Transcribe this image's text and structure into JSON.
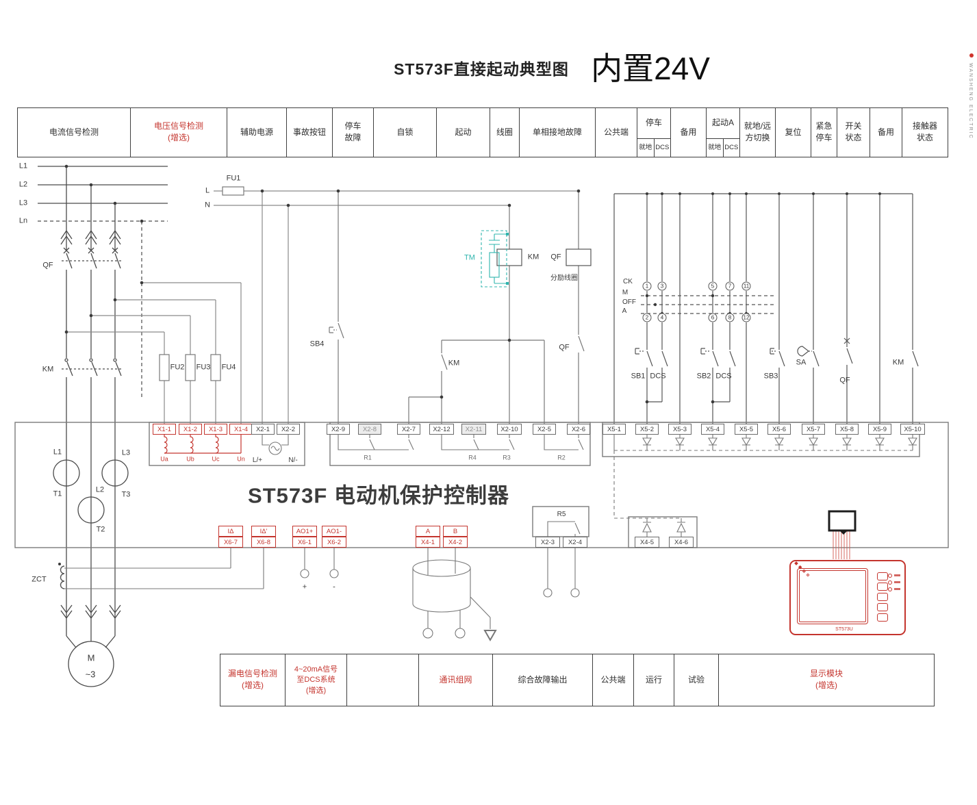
{
  "title": {
    "main": "ST573F直接起动典型图",
    "voltage": "内置24V"
  },
  "side_text": "WANSHENG ELECTRIC",
  "top_table": [
    {
      "l1": "电流信号检测"
    },
    {
      "l1": "电压信号检测",
      "l2": "(增选)",
      "red": true
    },
    {
      "l1": "辅助电源"
    },
    {
      "l1": "事故按钮"
    },
    {
      "l1": "停车",
      "l2": "故障"
    },
    {
      "l1": "自锁"
    },
    {
      "l1": "起动"
    },
    {
      "l1": "线圈"
    },
    {
      "l1": "单相接地故障"
    },
    {
      "l1": "公共端"
    },
    {
      "l1": "停车",
      "sub": [
        "就地",
        "DCS"
      ]
    },
    {
      "l1": "备用"
    },
    {
      "l1": "起动A",
      "sub": [
        "就地",
        "DCS"
      ]
    },
    {
      "l1": "就地/远",
      "l2": "方切换"
    },
    {
      "l1": "复位"
    },
    {
      "l1": "紧急",
      "l2": "停车"
    },
    {
      "l1": "开关",
      "l2": "状态"
    },
    {
      "l1": "备用"
    },
    {
      "l1": "接触器",
      "l2": "状态"
    }
  ],
  "bottom_table": [
    {
      "l1": "漏电信号检测",
      "l2": "(增选)",
      "red": true
    },
    {
      "l1": "4~20mA信号",
      "l2": "至DCS系统",
      "l3": "(增选)",
      "red": true
    },
    {
      "l1": ""
    },
    {
      "l1": "通讯组网",
      "red": true
    },
    {
      "l1": "综合故障输出"
    },
    {
      "l1": "公共端"
    },
    {
      "l1": "运行"
    },
    {
      "l1": "试验"
    },
    {
      "l1": "显示模块",
      "l2": "(增选)",
      "red": true
    }
  ],
  "term": {
    "x1_1": "X1-1",
    "x1_2": "X1-2",
    "x1_3": "X1-3",
    "x1_4": "X1-4",
    "x2_1": "X2-1",
    "x2_2": "X2-2",
    "x2_9": "X2-9",
    "x2_8": "X2-8",
    "x2_7": "X2-7",
    "x2_12": "X2-12",
    "x2_11": "X2-11",
    "x2_10": "X2-10",
    "x2_5": "X2-5",
    "x2_6": "X2-6",
    "x5_1": "X5-1",
    "x5_2": "X5-2",
    "x5_3": "X5-3",
    "x5_4": "X5-4",
    "x5_5": "X5-5",
    "x5_6": "X5-6",
    "x5_7": "X5-7",
    "x5_8": "X5-8",
    "x5_9": "X5-9",
    "x5_10": "X5-10",
    "idelta": "IΔ",
    "x6_7": "X6-7",
    "idelta2": "IΔ'",
    "x6_8": "X6-8",
    "ao1p": "AO1+",
    "x6_1": "X6-1",
    "ao1m": "AO1-",
    "x6_2": "X6-2",
    "a": "A",
    "x4_1": "X4-1",
    "b": "B",
    "x4_2": "X4-2",
    "x2_3": "X2-3",
    "x2_4": "X2-4",
    "x4_5": "X4-5",
    "x4_6": "X4-6"
  },
  "lbl": {
    "l1": "L1",
    "l2": "L2",
    "l3": "L3",
    "ln": "Ln",
    "qf_main": "QF",
    "km_main": "KM",
    "fu1": "FU1",
    "fu2": "FU2",
    "fu3": "FU3",
    "fu4": "FU4",
    "l": "L",
    "n": "N",
    "sb4": "SB4",
    "tm": "TM",
    "km_coil": "KM",
    "qf_coil": "QF",
    "fenli": "分励线圈",
    "qf_aux": "QF",
    "km_aux": "KM",
    "ck": "CK",
    "m": "M",
    "off": "OFF",
    "a": "A",
    "sb1": "SB1",
    "dcs1": "DCS",
    "sb2": "SB2",
    "dcs2": "DCS",
    "sb3": "SB3",
    "sa": "SA",
    "qf_sw": "QF",
    "km_sw": "KM",
    "ct_l1": "L1",
    "ct_l2": "L2",
    "ct_l3": "L3",
    "t1": "T1",
    "t2": "T2",
    "t3": "T3",
    "zct": "ZCT",
    "motor_m": "M",
    "motor_ph": "~3",
    "lp": "L/+",
    "nm": "N/-",
    "r1": "R1",
    "r4": "R4",
    "r3": "R3",
    "r2": "R2",
    "r5": "R5",
    "ua": "Ua",
    "ub": "Ub",
    "uc": "Uc",
    "un": "Un",
    "plus": "+",
    "minus": "-",
    "controller": "ST573F  电动机保护控制器"
  },
  "circ": {
    "c1": "1",
    "c3": "3",
    "c5": "5",
    "c7": "7",
    "c11": "11",
    "c2": "2",
    "c4": "4",
    "c6": "6",
    "c8": "8",
    "c12": "12"
  },
  "display": {
    "model": "ST573U"
  }
}
